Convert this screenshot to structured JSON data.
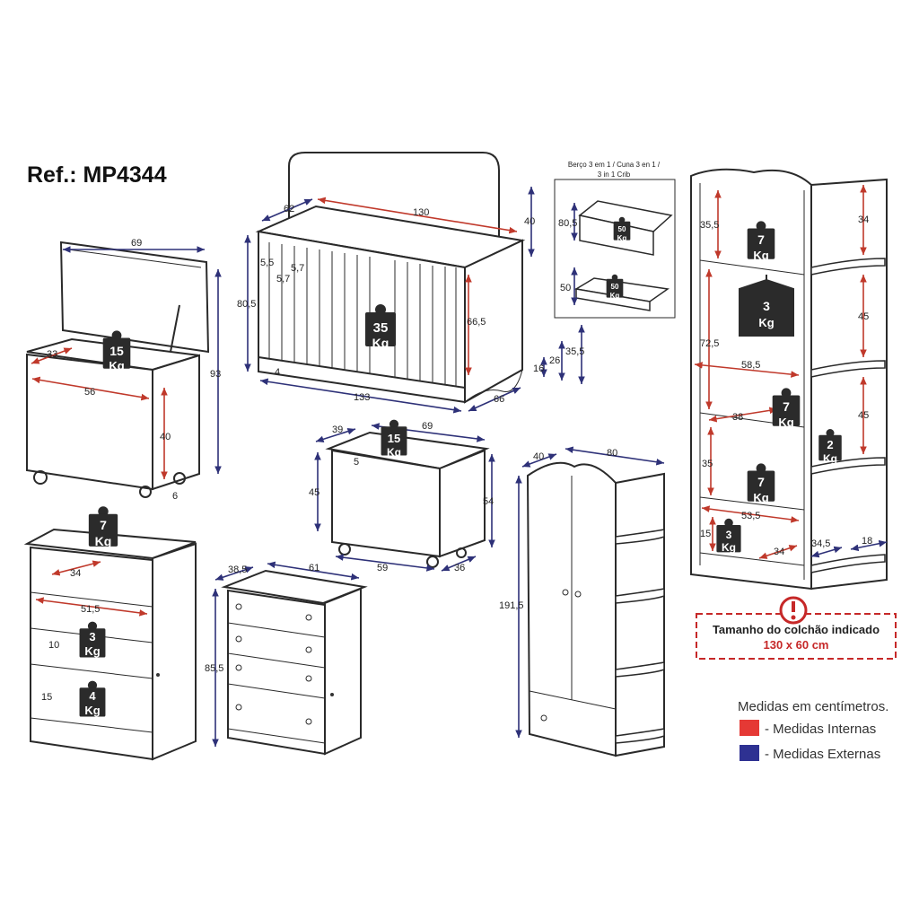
{
  "ref": "Ref.: MP4344",
  "legend": {
    "title": "Medidas em centímetros.",
    "internal": "- Medidas Internas",
    "external": "- Medidas Externas",
    "internal_color": "#e53935",
    "external_color": "#2e3192"
  },
  "mattress": {
    "title": "Tamanho do colchão indicado",
    "size": "130 x 60 cm",
    "icon": "warning-icon",
    "color": "#c62828"
  },
  "crib_inset": {
    "title": "Berço 3 em 1 / Cuna 3 en 1 /",
    "subtitle": "3 in 1 Crib",
    "w1": "80,5",
    "w2": "50",
    "kg1": "50",
    "kg2": "50",
    "unit": "Kg"
  },
  "weights": {
    "unit": "Kg",
    "toy_chest": "15",
    "crib": "35",
    "cart": "15",
    "dresser_top": "7",
    "dresser_d1": "3",
    "dresser_d2": "4",
    "shelf_top": "7",
    "hanger": "3",
    "shelf_mid": "7",
    "side_shelf": "2",
    "shelf_low": "7",
    "drawer": "3"
  },
  "dims": {
    "toy_chest": {
      "w": "69",
      "h": "93",
      "int_d": "33",
      "int_w": "56",
      "int_h": "40",
      "foot": "6"
    },
    "crib": {
      "depth": "62",
      "w": "130",
      "top": "40",
      "slat_a": "5,5",
      "slat_b": "5,7",
      "slat_c": "5,7",
      "h_total": "80,5",
      "int_h": "66,5",
      "gap": "4",
      "len": "133",
      "side_d": "66",
      "a": "35,5",
      "b": "26",
      "c": "16"
    },
    "cart": {
      "d": "39",
      "w": "69",
      "t": "5",
      "int_h": "45",
      "h": "54",
      "int_w": "59",
      "d2": "36"
    },
    "dresser": {
      "d": "34",
      "w": "51,5",
      "h1": "10",
      "h2": "15"
    },
    "chest": {
      "d": "38,5",
      "w": "61",
      "h": "85,5"
    },
    "wardrobe": {
      "d": "40",
      "w": "80",
      "h": "191,5"
    },
    "bookcase": {
      "h1": "35,5",
      "h2": "72,5",
      "w1": "58,5",
      "w2": "38",
      "h3": "35",
      "w3": "53,5",
      "h4": "15",
      "d": "34",
      "d2": "34,5",
      "s1": "34",
      "s2": "45",
      "s3": "45",
      "s4": "18"
    }
  }
}
